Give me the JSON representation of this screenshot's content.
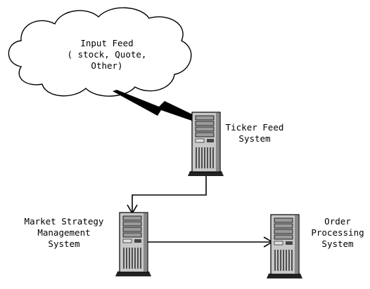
{
  "cloud": {
    "line1": "Input Feed",
    "line2": "( stock, Quote,",
    "line3": "Other)"
  },
  "nodes": [
    {
      "id": "ticker",
      "line1": "Ticker Feed",
      "line2": "System"
    },
    {
      "id": "market",
      "line1": "Market Strategy",
      "line2": "Management",
      "line3": "System"
    },
    {
      "id": "order",
      "line1": "Order",
      "line2": "Processing",
      "line3": "System"
    }
  ],
  "colors": {
    "stroke": "#000000",
    "server_body": "#c8c8c8",
    "server_bay": "#9a9a9a",
    "server_shadow": "#555555",
    "cloud_fill": "#ffffff"
  },
  "icons": [
    "cloud-icon",
    "server-icon",
    "lightning-icon",
    "arrow-icon"
  ]
}
